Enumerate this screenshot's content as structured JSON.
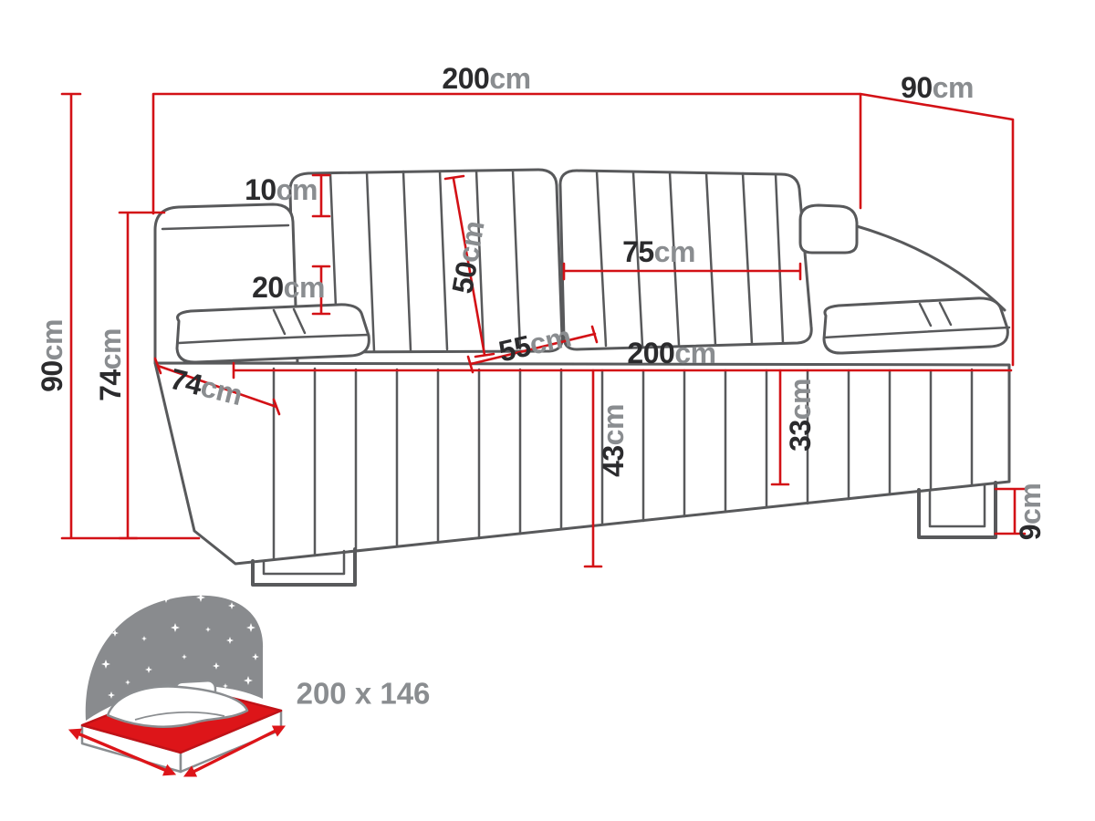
{
  "diagram": {
    "type": "sofa-dimensions",
    "colors": {
      "dimension_line": "#d31116",
      "outline_gray": "#58595b",
      "value_text": "#2b2b2d",
      "unit_text": "#8a8d90",
      "icon_gray": "#898b8e",
      "icon_red": "#dd1519"
    },
    "dimensions": {
      "overall_width": {
        "value": "200",
        "unit": "cm"
      },
      "overall_depth": {
        "value": "90",
        "unit": "cm"
      },
      "overall_height": {
        "value": "90",
        "unit": "cm"
      },
      "armrest_height": {
        "value": "74",
        "unit": "cm"
      },
      "backrest_gap": {
        "value": "10",
        "unit": "cm"
      },
      "armrest_pad": {
        "value": "20",
        "unit": "cm"
      },
      "backrest_cushion_height": {
        "value": "50",
        "unit": "cm"
      },
      "seat_cushion_width": {
        "value": "75",
        "unit": "cm"
      },
      "seat_depth_upper": {
        "value": "55",
        "unit": "cm"
      },
      "seat_width": {
        "value": "200",
        "unit": "cm"
      },
      "seat_depth_front": {
        "value": "74",
        "unit": "cm"
      },
      "base_height": {
        "value": "43",
        "unit": "cm"
      },
      "base_front_height": {
        "value": "33",
        "unit": "cm"
      },
      "leg_height": {
        "value": "9",
        "unit": "cm"
      }
    },
    "sleeping_function": {
      "icon": "bed-with-stars-icon",
      "area_label": "200 x 146"
    }
  }
}
